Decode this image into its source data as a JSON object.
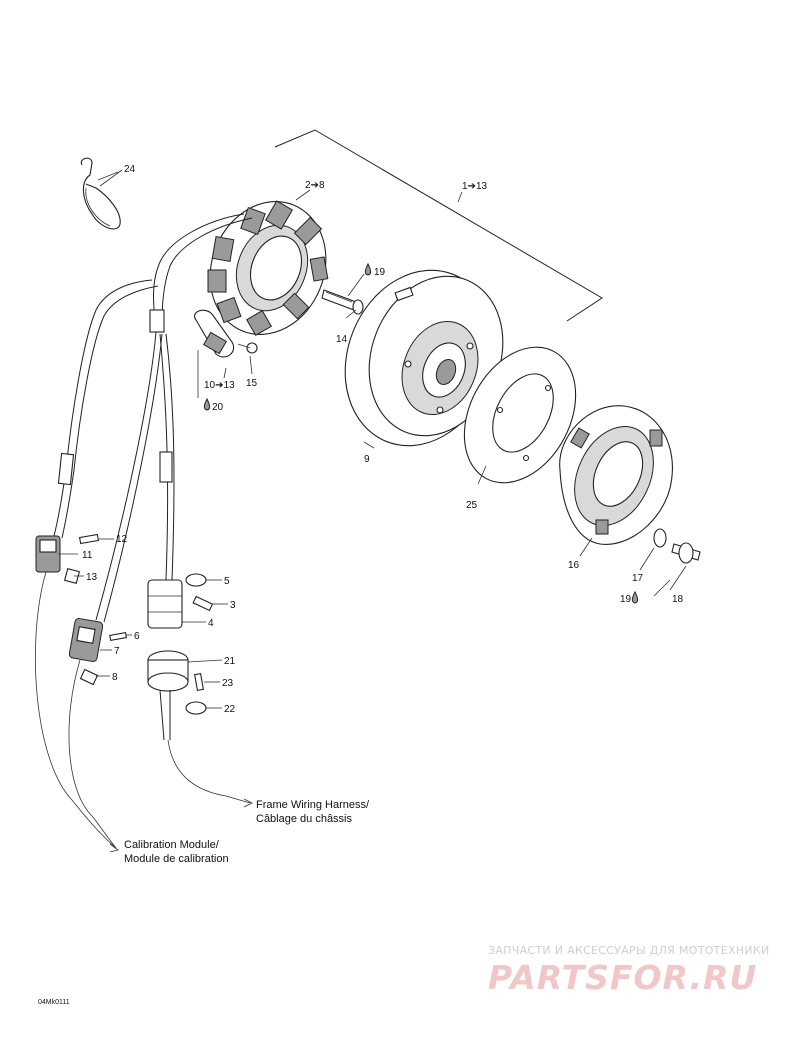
{
  "callouts": {
    "c24": "24",
    "c2_8": "2➔8",
    "c1_13": "1➔13",
    "c19a": "19",
    "c14": "14",
    "c10_13": "10➔13",
    "c15": "15",
    "c20": "20",
    "c9": "9",
    "c25": "25",
    "c16": "16",
    "c17": "17",
    "c19b": "19",
    "c18": "18",
    "c12": "12",
    "c11": "11",
    "c13": "13",
    "c5": "5",
    "c3": "3",
    "c4": "4",
    "c6": "6",
    "c7": "7",
    "c8": "8",
    "c21": "21",
    "c23": "23",
    "c22": "22"
  },
  "captions": {
    "frame_line1": "Frame Wiring Harness/",
    "frame_line2": "Câblage du châssis",
    "calib_line1": "Calibration Module/",
    "calib_line2": "Module de calibration"
  },
  "diagram_code": "04Mk0111",
  "watermark": {
    "tagline": "ЗАПЧАСТИ И АКСЕССУАРЫ ДЛЯ МОТОТЕХНИКИ",
    "logo": "PARTSFOR.RU"
  }
}
